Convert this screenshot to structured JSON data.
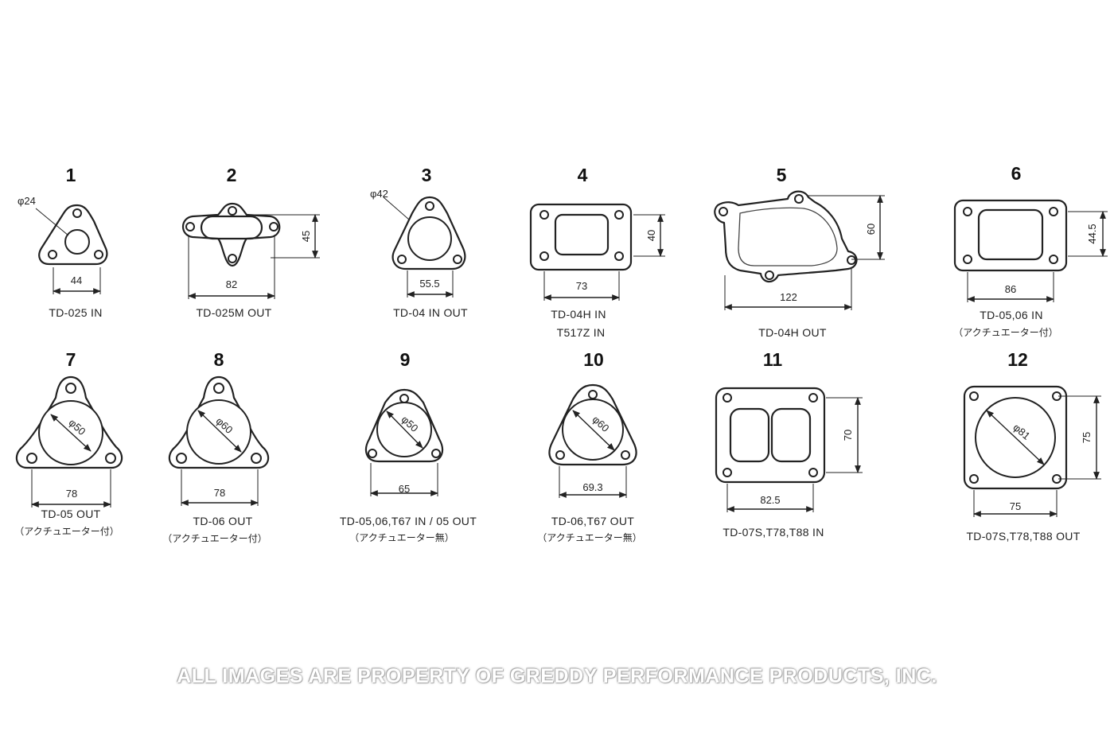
{
  "gaskets": [
    {
      "number": "1",
      "caption": [
        "TD-025 IN"
      ],
      "dims": [
        "φ24",
        "44"
      ]
    },
    {
      "number": "2",
      "caption": [
        "TD-025M OUT"
      ],
      "dims": [
        "45",
        "82"
      ]
    },
    {
      "number": "3",
      "caption": [
        "TD-04 IN OUT"
      ],
      "dims": [
        "φ42",
        "55.5"
      ]
    },
    {
      "number": "4",
      "caption": [
        "TD-04H IN",
        "T517Z  IN"
      ],
      "dims": [
        "40",
        "73"
      ]
    },
    {
      "number": "5",
      "caption": [
        "TD-04H OUT"
      ],
      "dims": [
        "60",
        "122"
      ]
    },
    {
      "number": "6",
      "caption": [
        "TD-05,06 IN",
        "（アクチュエーター付）"
      ],
      "dims": [
        "44.5",
        "86"
      ]
    },
    {
      "number": "7",
      "caption": [
        "TD-05 OUT",
        "（アクチュエーター付）"
      ],
      "dims": [
        "φ50",
        "78"
      ]
    },
    {
      "number": "8",
      "caption": [
        "TD-06 OUT",
        "（アクチュエーター付）"
      ],
      "dims": [
        "φ60",
        "78"
      ]
    },
    {
      "number": "9",
      "caption": [
        "TD-05,06,T67 IN / 05 OUT",
        "（アクチュエーター無）"
      ],
      "dims": [
        "φ50",
        "65"
      ]
    },
    {
      "number": "10",
      "caption": [
        "TD-06,T67 OUT",
        "（アクチュエーター無）"
      ],
      "dims": [
        "φ60",
        "69.3"
      ]
    },
    {
      "number": "11",
      "caption": [
        "TD-07S,T78,T88  IN"
      ],
      "dims": [
        "70",
        "82.5"
      ]
    },
    {
      "number": "12",
      "caption": [
        "TD-07S,T78,T88  OUT"
      ],
      "dims": [
        "φ81",
        "75",
        "75"
      ]
    }
  ],
  "watermark": "ALL IMAGES ARE PROPERTY OF GREDDY PERFORMANCE PRODUCTS, INC."
}
